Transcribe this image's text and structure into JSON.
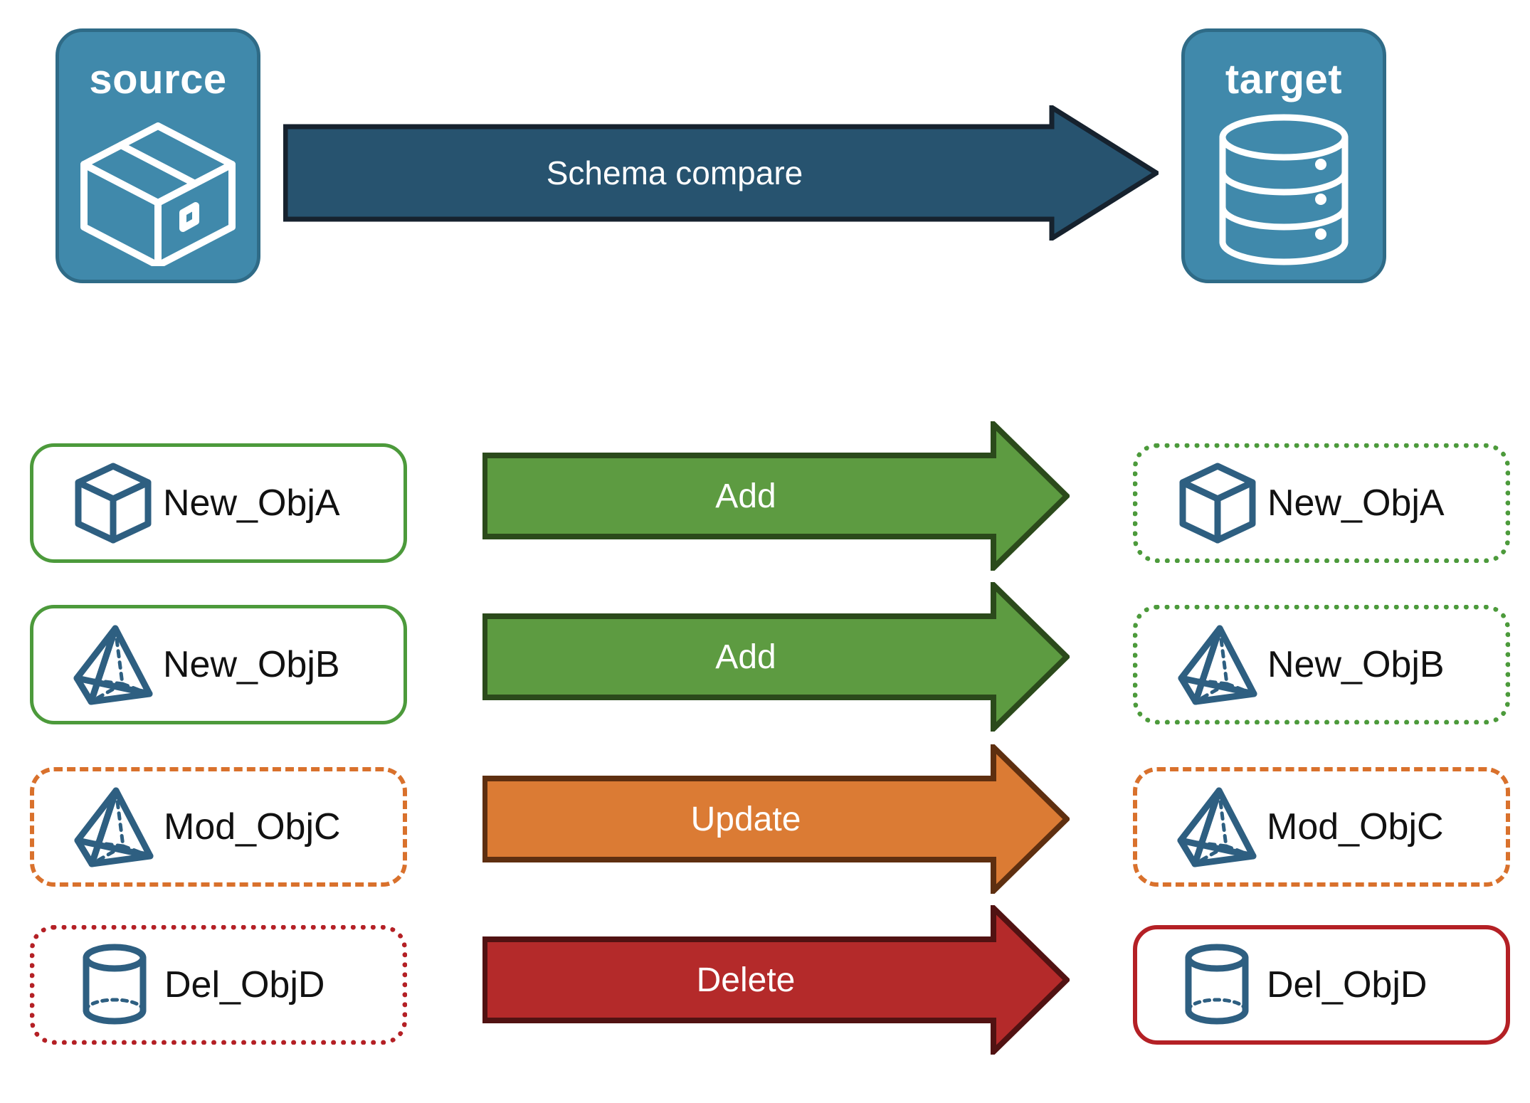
{
  "diagram": {
    "title": "Schema compare",
    "endpoints": {
      "source": {
        "label": "source",
        "icon": "box-3d-icon",
        "fill": "#4089ab",
        "stroke": "#2f6b87"
      },
      "target": {
        "label": "target",
        "icon": "database-cylinder-icon",
        "fill": "#4089ab",
        "stroke": "#2f6b87"
      }
    },
    "compare_arrow": {
      "label": "Schema compare",
      "fill": "#27536f",
      "stroke": "#16222e",
      "direction": "right"
    },
    "rows": [
      {
        "source": {
          "label": "New_ObjA",
          "icon": "wireframe-cube-icon",
          "border_style": "solid",
          "border_color": "#4c9a3b"
        },
        "action": {
          "label": "Add",
          "fill": "#5d9b41",
          "stroke": "#2b4a1b"
        },
        "target": {
          "label": "New_ObjA",
          "icon": "wireframe-cube-icon",
          "border_style": "dotted",
          "border_color": "#4c9a3b"
        }
      },
      {
        "source": {
          "label": "New_ObjB",
          "icon": "wireframe-pyramid-icon",
          "border_style": "solid",
          "border_color": "#4c9a3b"
        },
        "action": {
          "label": "Add",
          "fill": "#5d9b41",
          "stroke": "#2b4a1b"
        },
        "target": {
          "label": "New_ObjB",
          "icon": "wireframe-pyramid-icon",
          "border_style": "dotted",
          "border_color": "#4c9a3b"
        }
      },
      {
        "source": {
          "label": "Mod_ObjC",
          "icon": "wireframe-pyramid-icon",
          "border_style": "dashed",
          "border_color": "#d9712c"
        },
        "action": {
          "label": "Update",
          "fill": "#db7b34",
          "stroke": "#5e2f10"
        },
        "target": {
          "label": "Mod_ObjC",
          "icon": "wireframe-pyramid-icon",
          "border_style": "dashed",
          "border_color": "#d9712c"
        }
      },
      {
        "source": {
          "label": "Del_ObjD",
          "icon": "wireframe-cylinder-icon",
          "border_style": "dotted",
          "border_color": "#b42025"
        },
        "action": {
          "label": "Delete",
          "fill": "#b42a2a",
          "stroke": "#511212"
        },
        "target": {
          "label": "Del_ObjD",
          "icon": "wireframe-cylinder-icon",
          "border_style": "solid",
          "border_color": "#b42025"
        }
      }
    ],
    "icon_color": "#2e5f81"
  }
}
